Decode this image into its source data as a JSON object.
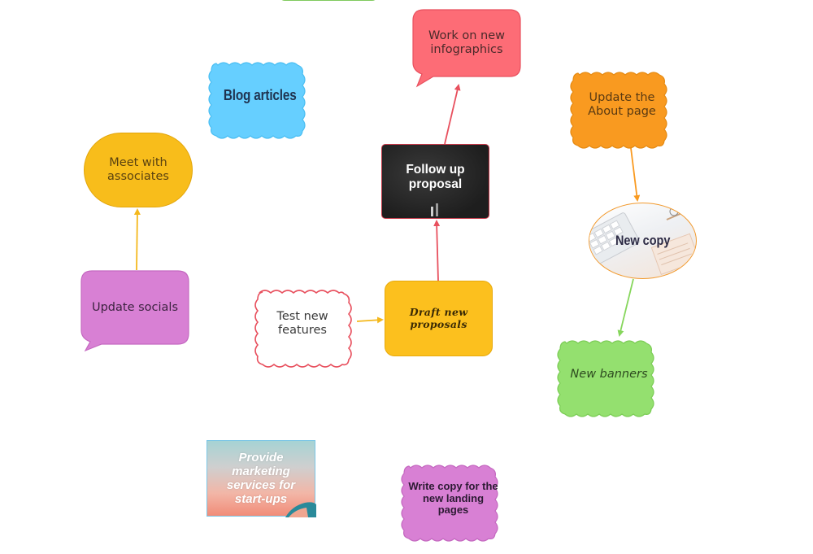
{
  "diagram": {
    "type": "mind-map",
    "colors": {
      "blue": "#66cfff",
      "red": "#fd6c76",
      "orange": "#f99a20",
      "yellow": "#f8bd1b",
      "purple": "#d880d4",
      "green": "#94e06f",
      "dark": "#232323",
      "white": "#ffffff"
    },
    "nodes": {
      "blog": {
        "text": "Blog articles",
        "shape": "cloud",
        "color": "#66cfff"
      },
      "infographics": {
        "text": "Work on new infographics",
        "shape": "speech-bubble",
        "color": "#fd6c76"
      },
      "about": {
        "text": "Update the About page",
        "shape": "cloud",
        "color": "#f99a20"
      },
      "meet": {
        "text": "Meet with associates",
        "shape": "ellipse",
        "color": "#f8bd1b"
      },
      "followup": {
        "text": "Follow up proposal",
        "shape": "chalkboard",
        "color": "#232323"
      },
      "newcopy": {
        "text": "New copy",
        "shape": "ellipse-image",
        "color": "#f29a2e"
      },
      "socials": {
        "text": "Update socials",
        "shape": "speech-bubble",
        "color": "#d880d4"
      },
      "test": {
        "text": "Test new features",
        "shape": "cloud",
        "color": "#ffffff"
      },
      "draft": {
        "text": "Draft new proposals",
        "shape": "rounded-rect",
        "color": "#fcc01e"
      },
      "banners": {
        "text": "New banners",
        "shape": "cloud",
        "color": "#94e06f"
      },
      "provide": {
        "text": "Provide marketing services for start-ups",
        "shape": "image-card",
        "color": "#7bc6e6"
      },
      "write": {
        "text": "Write copy for the new landing pages",
        "shape": "cloud",
        "color": "#d880d4"
      }
    },
    "connections": [
      {
        "from": "socials",
        "to": "meet",
        "color": "#f8bd1b"
      },
      {
        "from": "test",
        "to": "draft",
        "color": "#f8bd1b"
      },
      {
        "from": "draft",
        "to": "followup",
        "color": "#e8505e"
      },
      {
        "from": "followup",
        "to": "infographics",
        "color": "#e8505e"
      },
      {
        "from": "about",
        "to": "newcopy",
        "color": "#f99a20"
      },
      {
        "from": "newcopy",
        "to": "banners",
        "color": "#86d65c"
      }
    ]
  }
}
